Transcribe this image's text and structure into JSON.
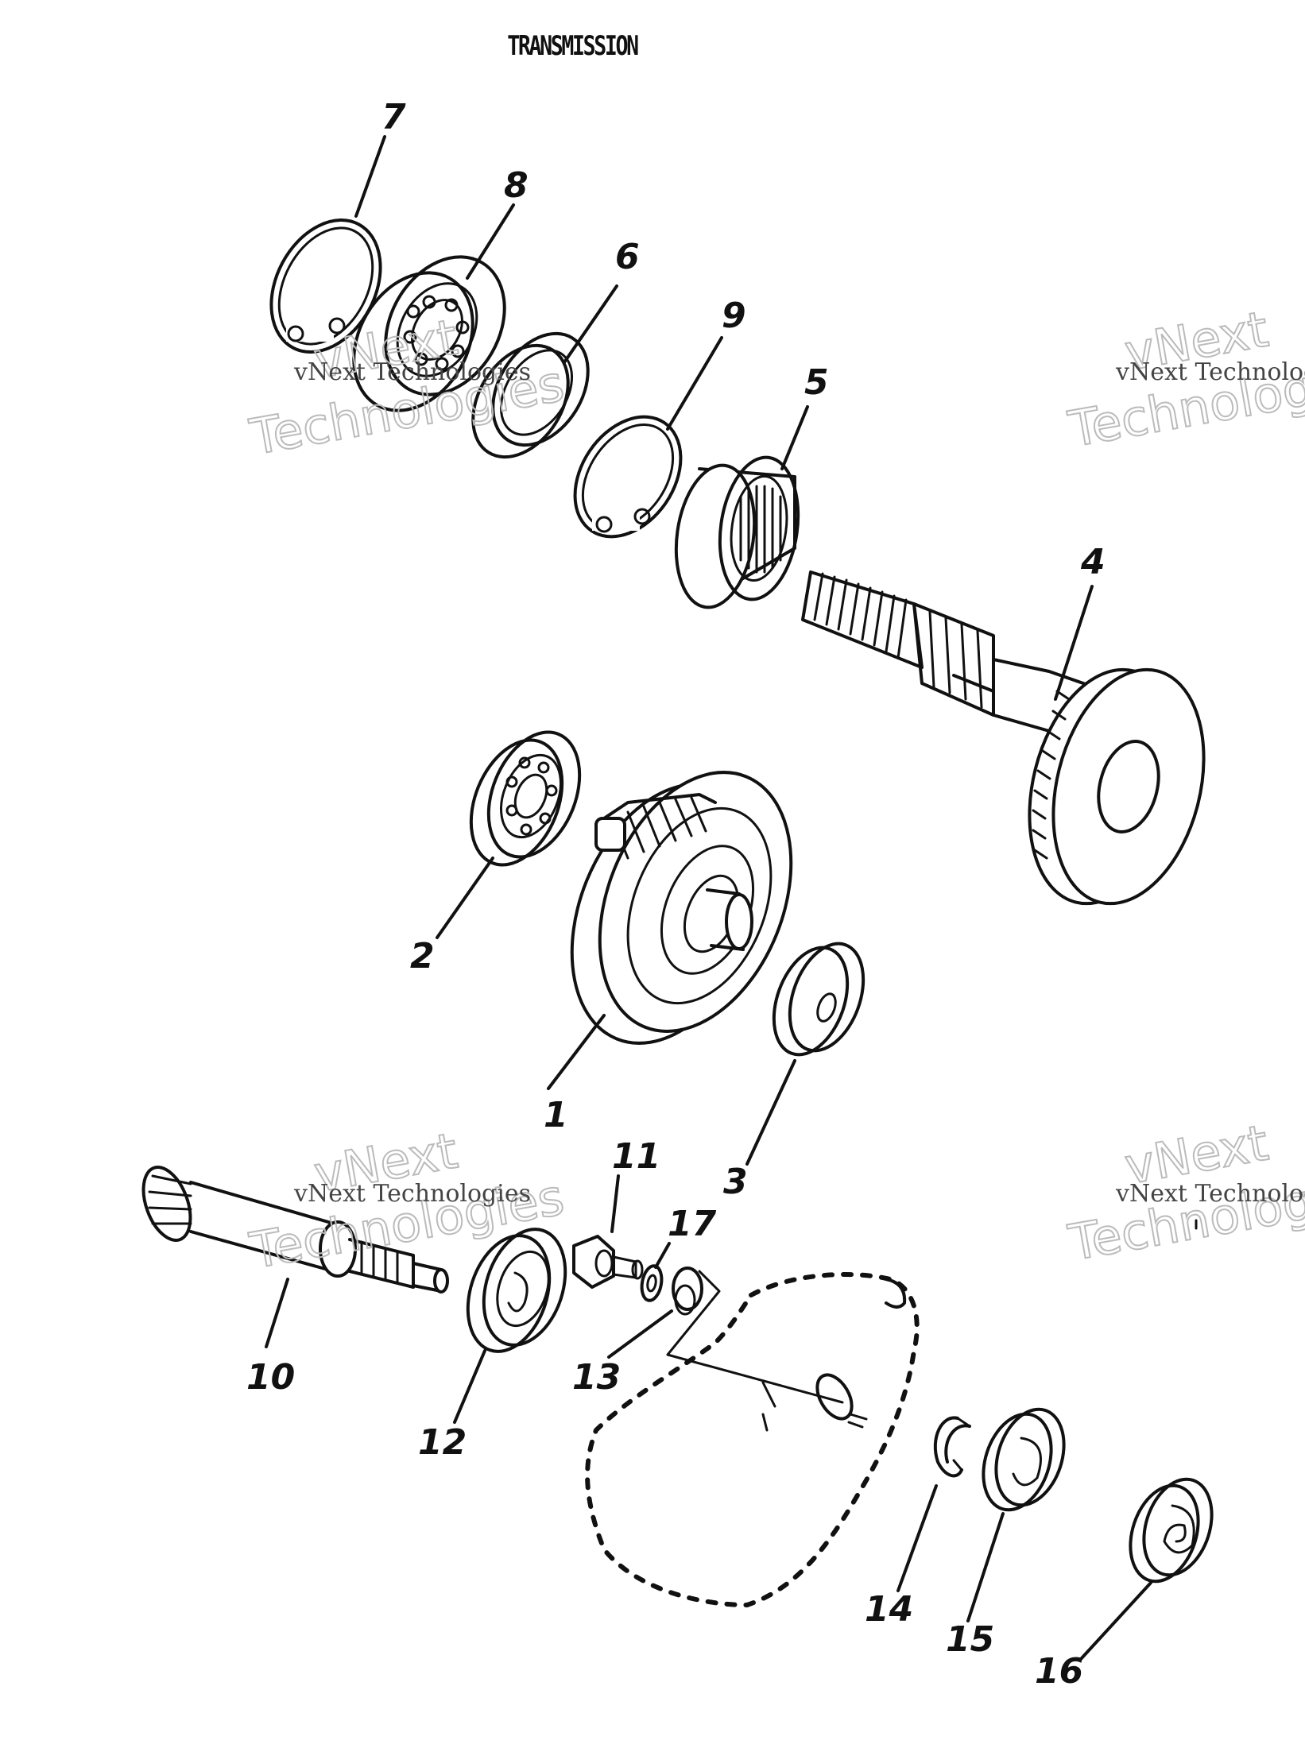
{
  "title": "TRANSMISSION",
  "callouts": {
    "c1": "1",
    "c2": "2",
    "c3": "3",
    "c4": "4",
    "c5": "5",
    "c6": "6",
    "c7": "7",
    "c8": "8",
    "c9": "9",
    "c10": "10",
    "c11": "11",
    "c12": "12",
    "c13": "13",
    "c14": "14",
    "c15": "15",
    "c16": "16",
    "c17": "17"
  },
  "watermark": {
    "small_text": "vNext Technologies",
    "small_text_cut": "vNext Technolog",
    "big_line1": "vNext",
    "big_line2": "Technologies",
    "big_line2_cut": "Technolog"
  }
}
